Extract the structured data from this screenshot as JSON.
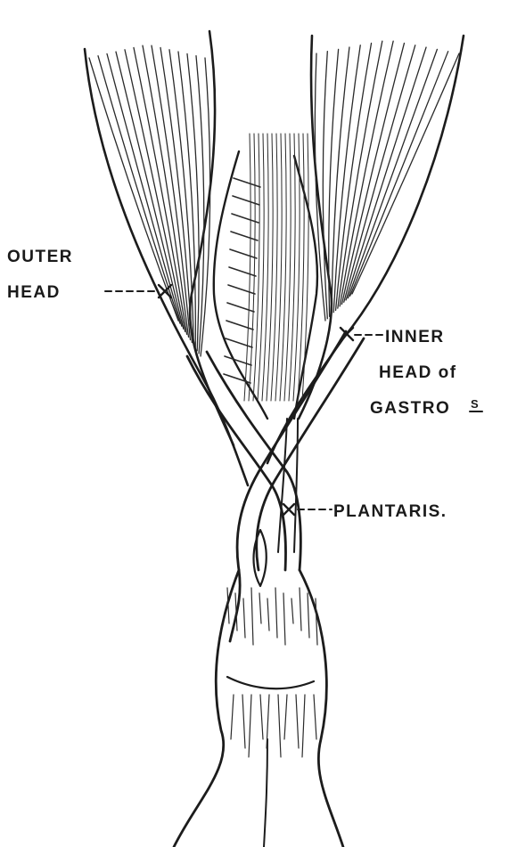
{
  "labels": {
    "outer_head_1": "OUTER",
    "outer_head_2": "HEAD",
    "inner_head_1": "INNER",
    "inner_head_2": "HEAD of",
    "inner_head_3": "GASTRO",
    "inner_head_suffix": "S",
    "plantaris": "PLANTARIS."
  }
}
